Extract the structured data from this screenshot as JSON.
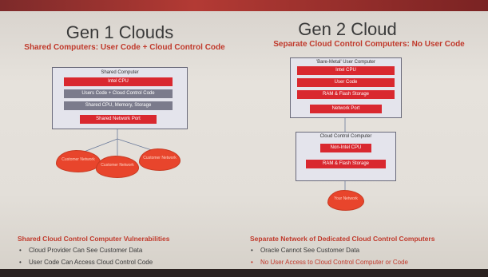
{
  "left": {
    "title": "Gen 1 Clouds",
    "subtitle": "Shared Computers: User Code + Cloud Control Code",
    "box_title": "Shared Computer",
    "rows": [
      "Intel CPU",
      "Users Code + Cloud Control Code",
      "Shared CPU, Memory, Storage",
      "Shared Network Port"
    ],
    "clouds": [
      "Customer Network",
      "Customer Network",
      "Customer Network"
    ],
    "section_head": "Shared Cloud Control Computer Vulnerabilities",
    "bullets": [
      "Cloud Provider Can See Customer Data",
      "User Code Can Access Cloud Control Code"
    ]
  },
  "right": {
    "title": "Gen 2 Cloud",
    "subtitle": "Separate Cloud Control Computers: No User Code",
    "user_box_title": "'Bare-Metal' User Computer",
    "user_rows": [
      "Intel CPU",
      "User Code",
      "RAM & Flash Storage",
      "Network Port"
    ],
    "control_box_title": "Cloud Control Computer",
    "control_rows": [
      "Non-Intel CPU",
      "RAM & Flash Storage"
    ],
    "cloud": "Your Network",
    "section_head": "Separate Network of Dedicated Cloud Control Computers",
    "bullets": [
      "Oracle Cannot See Customer Data",
      "No User Access to Cloud Control Computer or Code"
    ]
  },
  "colors": {
    "accent": "#c0392b",
    "bar_red": "#d9282f",
    "bar_gray": "#7b7b8c",
    "cloud": "#e8452c"
  }
}
